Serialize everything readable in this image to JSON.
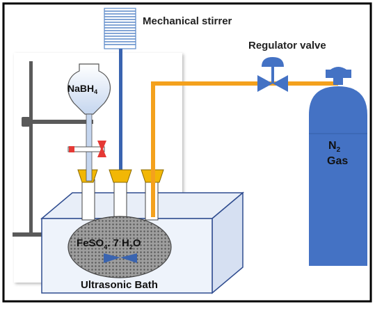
{
  "labels": {
    "stirrer": "Mechanical stirrer",
    "valve": "Regulator valve",
    "funnel_base": "NaBH",
    "funnel_sub": "4",
    "gas_line1_base": "N",
    "gas_line1_sub": "2",
    "gas_line2": "Gas",
    "solution_part1": "FeSO",
    "solution_sub1": "4",
    "solution_part2": ". 7 H",
    "solution_sub2": "2",
    "solution_part3": "O",
    "bath": "Ultrasonic Bath"
  },
  "colors": {
    "outer_border": "#000000",
    "bath_outline": "#2f4c8f",
    "tube_blue": "#3a64b0",
    "stirrer_box": "#5b88c8",
    "gas_line": "#f4a11d",
    "stopper": "#f2b705",
    "cylinder": "#4472c4",
    "valve": "#4472c4",
    "stopcock_red": "#e53935",
    "funnel_fill": "#c5d6ef",
    "stand_gray": "#5a5a5a",
    "flask_fill": "#9e9e9e",
    "flask_dots": "#555555",
    "panel_bg": "#ffffff"
  },
  "icons": {
    "stirrer": "mechanical-stirrer-icon",
    "valve": "regulator-valve-icon",
    "cylinder": "gas-cylinder-icon",
    "funnel": "separatory-funnel-icon",
    "flask": "three-neck-flask-icon",
    "stand": "lab-stand-icon",
    "impeller": "stirrer-impeller-icon"
  }
}
